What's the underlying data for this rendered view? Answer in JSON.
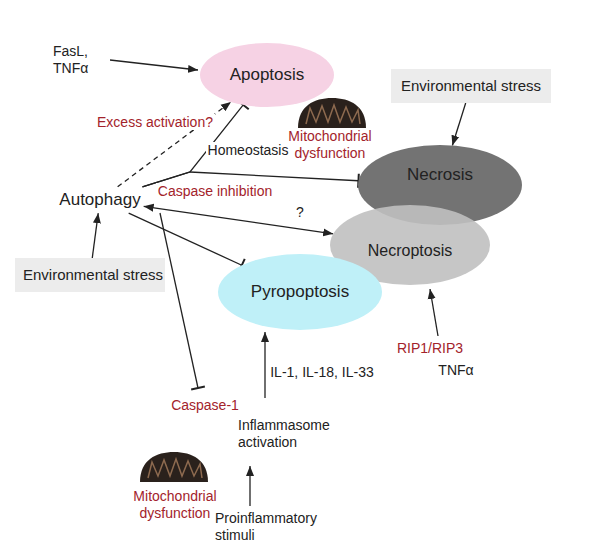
{
  "diagram": {
    "nodes": [
      {
        "text": [
          "Apoptosis"
        ]
      },
      {
        "text": [
          "Environmental stress"
        ]
      },
      {
        "text": [
          "Necrosis"
        ]
      },
      {
        "text": [
          "Autophagy"
        ]
      },
      {
        "text": [
          "Necroptosis"
        ]
      },
      {
        "text": [
          "Environmental stress"
        ]
      },
      {
        "text": [
          "Pyropoptosis"
        ]
      }
    ],
    "edges": [
      {
        "from": 5,
        "to": 3,
        "arrow": "to"
      },
      {
        "from": 1,
        "to": 2,
        "arrow": "to"
      },
      {
        "from": 3,
        "to": 0,
        "arrow": "to",
        "label": "Excess activation?"
      },
      {
        "from": 3,
        "to": 0,
        "arrow": "to",
        "label": "Homeostasis"
      },
      {
        "from": 3,
        "to": 2,
        "arrow": "to",
        "label": "Caspase inhibition"
      },
      {
        "from": 3,
        "to": 4,
        "arrow": "both",
        "label": "?"
      },
      {
        "from": 3,
        "to": 6,
        "arrow": "to"
      }
    ],
    "labels": [
      "FasL, TNFα",
      "Mitochondrial dysfunction",
      "RIP1/RIP3",
      "TNFα",
      "IL-1, IL-18, IL-33",
      "Caspase-1",
      "Inflammasome activation",
      "Mitochondrial dysfunction",
      "Proinflammatory stimuli"
    ]
  }
}
